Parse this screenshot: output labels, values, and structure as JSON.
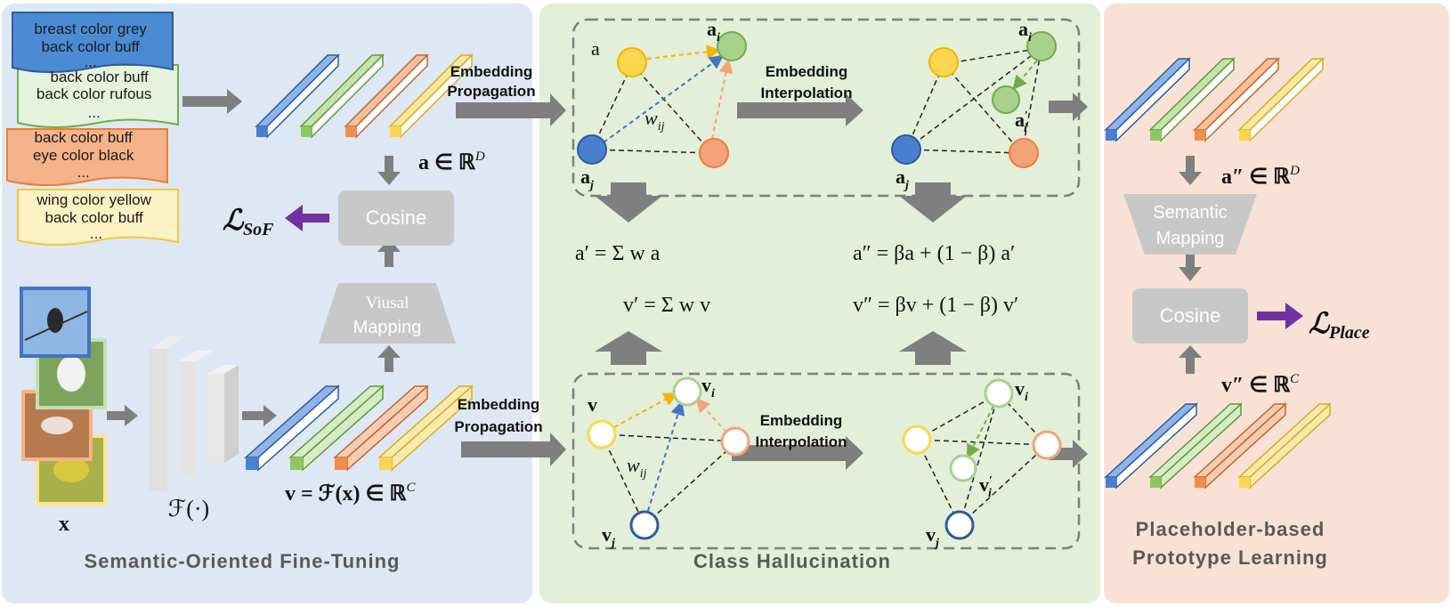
{
  "panels": {
    "left_title": "Semantic-Oriented Fine-Tuning",
    "middle_title": "Class Hallucination",
    "right_title_line1": "Placeholder-based",
    "right_title_line2": "Prototype Learning"
  },
  "attribute_notes": [
    {
      "lines": [
        "breast color grey",
        "back color buff",
        "..."
      ],
      "color": "#4a8bd4"
    },
    {
      "lines": [
        "back color buff",
        "back color rufous",
        "..."
      ],
      "color": "#e6f3dc"
    },
    {
      "lines": [
        "back color buff",
        "eye color black",
        "..."
      ],
      "color": "#f5b38a"
    },
    {
      "lines": [
        "wing color yellow",
        "back color buff",
        "..."
      ],
      "color": "#fdf2c4"
    }
  ],
  "labels": {
    "a_in_RD": "a ∈ ℝ",
    "a_in_RD_sup": "D",
    "cosine_left": "Cosine",
    "loss_sof": "ℒ",
    "loss_sof_sub": "SoF",
    "visual_mapping_line1": "Viusal",
    "visual_mapping_line2": "Mapping",
    "x_label": "x",
    "f_label": "ℱ(·)",
    "v_eq": "v = ℱ(x) ∈ ℝ",
    "v_eq_sup": "C",
    "emb_prop_1": "Embedding",
    "emb_prop_2": "Propagation",
    "emb_interp_1": "Embedding",
    "emb_interp_2": "Interpolation",
    "graph_a": "a",
    "graph_v": "v",
    "node_ai": "a",
    "node_aj": "a",
    "node_vi": "v",
    "node_vj": "v",
    "w_ij": "w",
    "eq_a_prime": "a′ = Σ w a",
    "eq_v_prime": "v′ = Σ w v",
    "eq_a_dprime": "a″ = βa + (1 − β) a′",
    "eq_v_dprime": "v″ = βv + (1 − β) v′",
    "a_dd_RD": "a″ ∈ ℝ",
    "a_dd_RD_sup": "D",
    "semantic_mapping_line1": "Semantic",
    "semantic_mapping_line2": "Mapping",
    "cosine_right": "Cosine",
    "loss_place": "ℒ",
    "loss_place_sub": "Place",
    "v_dd_RC": "v″ ∈ ℝ",
    "v_dd_RC_sup": "C"
  },
  "colors": {
    "left_bg": "#dde8f4",
    "middle_bg": "#e3efd9",
    "right_bg": "#f9e2d5",
    "blue": "#4a7fd0",
    "green": "#8cc861",
    "orange": "#f08c4e",
    "yellow": "#fbd64e",
    "purple": "#7030a0",
    "arrow_gray": "#7f7f7f",
    "box_gray": "#c8c8c8"
  }
}
